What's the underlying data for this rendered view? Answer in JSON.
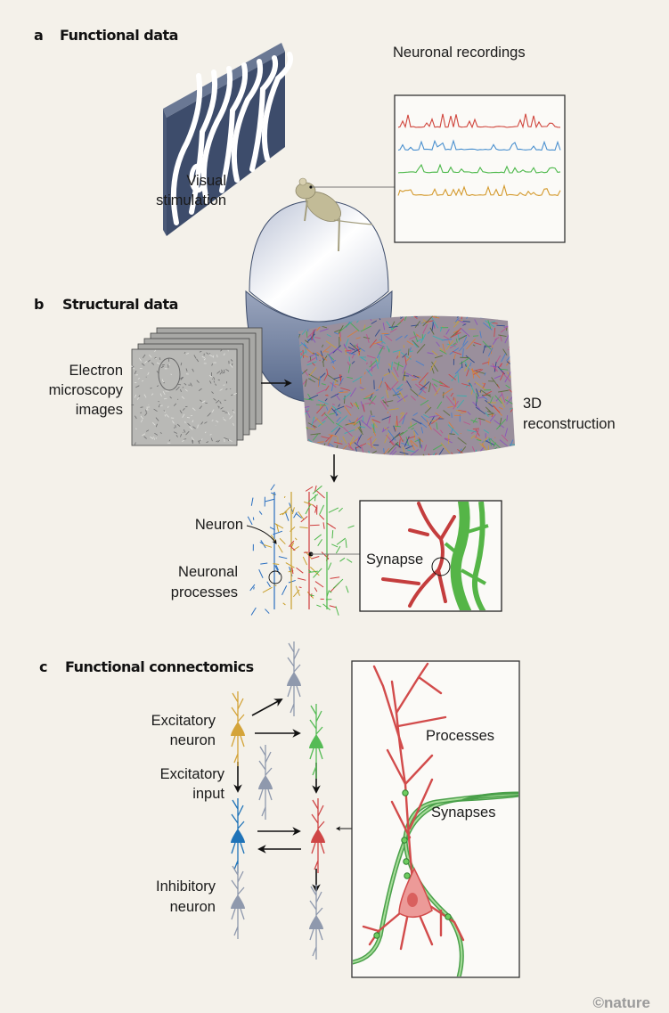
{
  "panel_a": {
    "letter": "a",
    "title": "Functional data",
    "recordings_title": "Neuronal recordings",
    "stim_label_1": "Visual",
    "stim_label_2": "stimulation",
    "trace_colors": [
      "#d0453c",
      "#4a90cf",
      "#4cb84a",
      "#d49a2e"
    ]
  },
  "panel_b": {
    "letter": "b",
    "title": "Structural data",
    "em_label": [
      "Electron",
      "microscopy",
      "images"
    ],
    "recon_label": [
      "3D",
      "reconstruction"
    ],
    "neuron_label": "Neuron",
    "processes_label": [
      "Neuronal",
      "processes"
    ],
    "synapse_label": "Synapse"
  },
  "panel_c": {
    "letter": "c",
    "title": "Functional connectomics",
    "excitatory_neuron": [
      "Excitatory",
      "neuron"
    ],
    "excitatory_input": [
      "Excitatory",
      "input"
    ],
    "inhibitory_neuron": [
      "Inhibitory",
      "neuron"
    ],
    "processes_label": "Processes",
    "synapses_label": "Synapses",
    "neuron_colors": {
      "excitatory": "#d4a43a",
      "green": "#55bb55",
      "blue": "#1f73b8",
      "red": "#cf4646",
      "inhibitory": "#8f99ad"
    }
  },
  "credit": "©nature"
}
